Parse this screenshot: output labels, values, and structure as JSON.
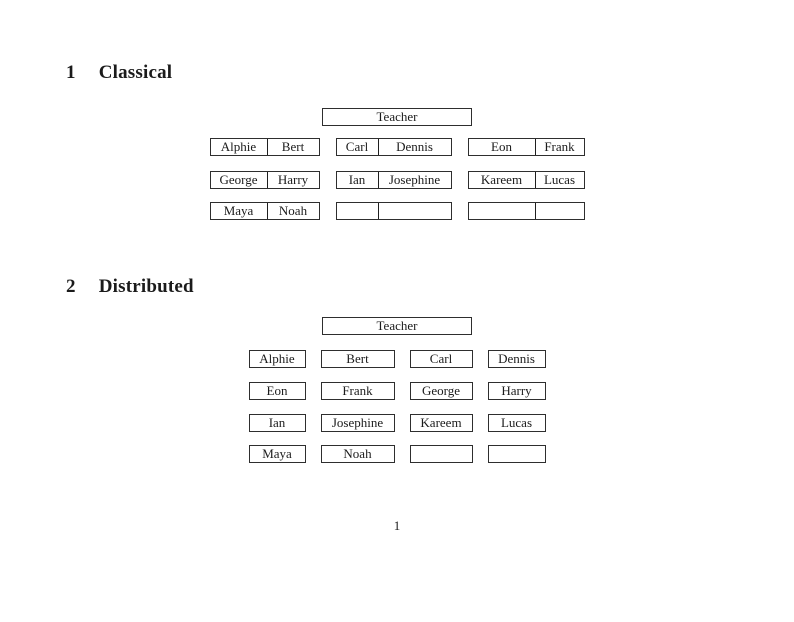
{
  "page_number": "1",
  "classical": {
    "heading_number": "1",
    "heading_title": "Classical",
    "teacher_label": "Teacher",
    "rows": [
      {
        "desks": [
          [
            "Alphie",
            "Bert"
          ],
          [
            "Carl",
            "Dennis"
          ],
          [
            "Eon",
            "Frank"
          ]
        ]
      },
      {
        "desks": [
          [
            "George",
            "Harry"
          ],
          [
            "Ian",
            "Josephine"
          ],
          [
            "Kareem",
            "Lucas"
          ]
        ]
      },
      {
        "desks": [
          [
            "Maya",
            "Noah"
          ],
          [
            "",
            ""
          ],
          [
            "",
            ""
          ]
        ]
      }
    ]
  },
  "distributed": {
    "heading_number": "2",
    "heading_title": "Distributed",
    "teacher_label": "Teacher",
    "rows": [
      {
        "seats": [
          "Alphie",
          "Bert",
          "Carl",
          "Dennis"
        ]
      },
      {
        "seats": [
          "Eon",
          "Frank",
          "George",
          "Harry"
        ]
      },
      {
        "seats": [
          "Ian",
          "Josephine",
          "Kareem",
          "Lucas"
        ]
      },
      {
        "seats": [
          "Maya",
          "Noah",
          "",
          ""
        ]
      }
    ]
  }
}
